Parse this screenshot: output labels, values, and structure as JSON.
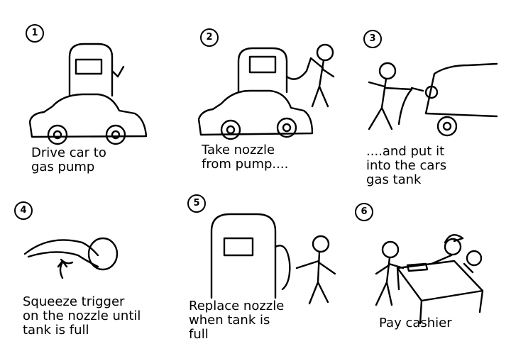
{
  "steps": [
    {
      "number": "1",
      "lines": [
        "Drive car to",
        "gas pump"
      ]
    },
    {
      "number": "2",
      "lines": [
        "Take nozzle",
        "from pump...."
      ]
    },
    {
      "number": "3",
      "lines": [
        "....and put it",
        "into the cars",
        "gas tank"
      ]
    },
    {
      "number": "4",
      "lines": [
        "Squeeze trigger",
        "on the nozzle until",
        "tank is full"
      ]
    },
    {
      "number": "5",
      "lines": [
        "Replace nozzle",
        "when tank is",
        "full"
      ]
    },
    {
      "number": "6",
      "lines": [
        "Pay cashier"
      ]
    }
  ]
}
